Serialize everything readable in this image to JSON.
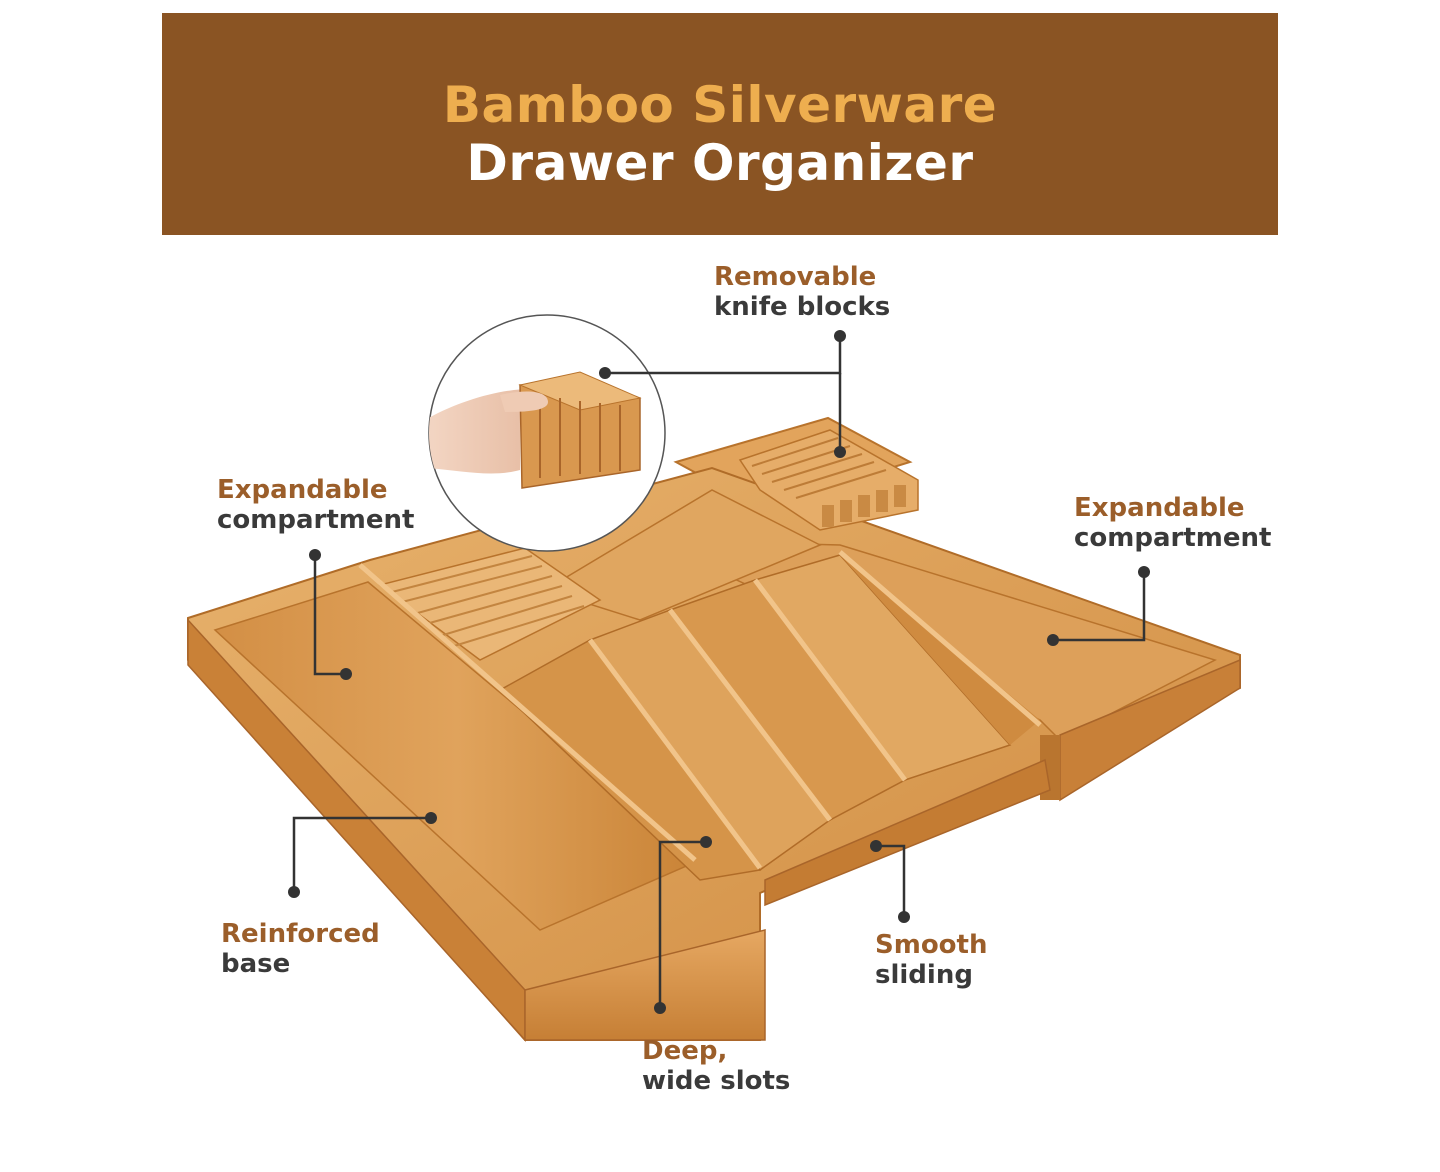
{
  "banner": {
    "title_line1": "Bamboo Silverware",
    "title_line2": "Drawer Organizer"
  },
  "callouts": {
    "knife_blocks": {
      "accent": "Removable",
      "plain": "knife blocks"
    },
    "left_compartment": {
      "accent": "Expandable",
      "plain": "compartment"
    },
    "right_compartment": {
      "accent": "Expandable",
      "plain": "compartment"
    },
    "base": {
      "accent": "Reinforced",
      "plain": "base"
    },
    "slots": {
      "accent": "Deep,",
      "plain": "wide slots"
    },
    "sliding": {
      "accent": "Smooth",
      "plain": "sliding"
    }
  },
  "colors": {
    "banner_bg": "#8a5423",
    "banner_accent": "#eeae4f",
    "label_accent": "#9b5e2a",
    "label_text": "#3a3a3a",
    "bamboo": "#d9984f"
  }
}
